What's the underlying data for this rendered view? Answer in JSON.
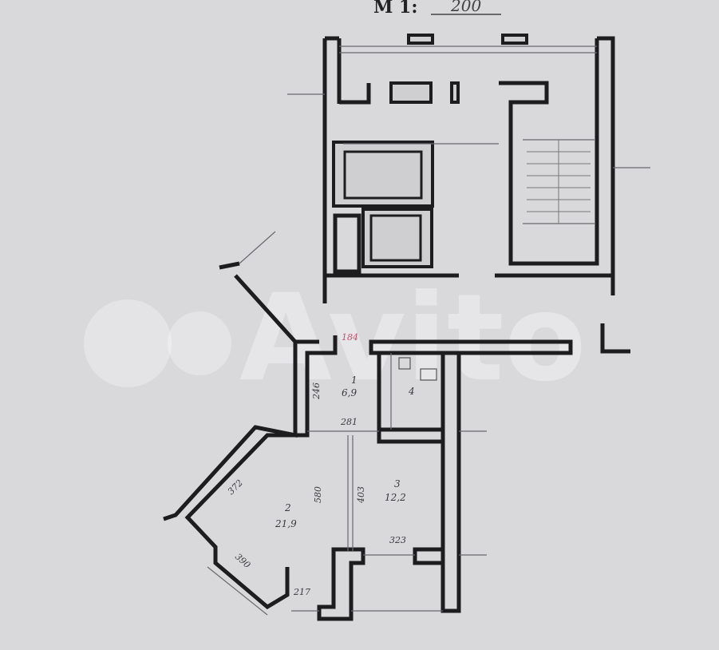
{
  "header": {
    "scale_label": "М 1:",
    "scale_value": "200"
  },
  "watermark": "Avito",
  "rooms": [
    {
      "number": "1",
      "area": "6,9"
    },
    {
      "number": "2",
      "area": "21,9"
    },
    {
      "number": "3",
      "area": "12,2"
    },
    {
      "number": "4",
      "area": ""
    }
  ],
  "dimensions": {
    "d184": "184",
    "d246": "246",
    "d281": "281",
    "d580": "580",
    "d403": "403",
    "d372": "372",
    "d323": "323",
    "d390": "390",
    "d217": "217"
  },
  "colors": {
    "background": "#d9d9dc",
    "wall": "#1d1d1f",
    "highlight_dim": "#c0506a"
  }
}
